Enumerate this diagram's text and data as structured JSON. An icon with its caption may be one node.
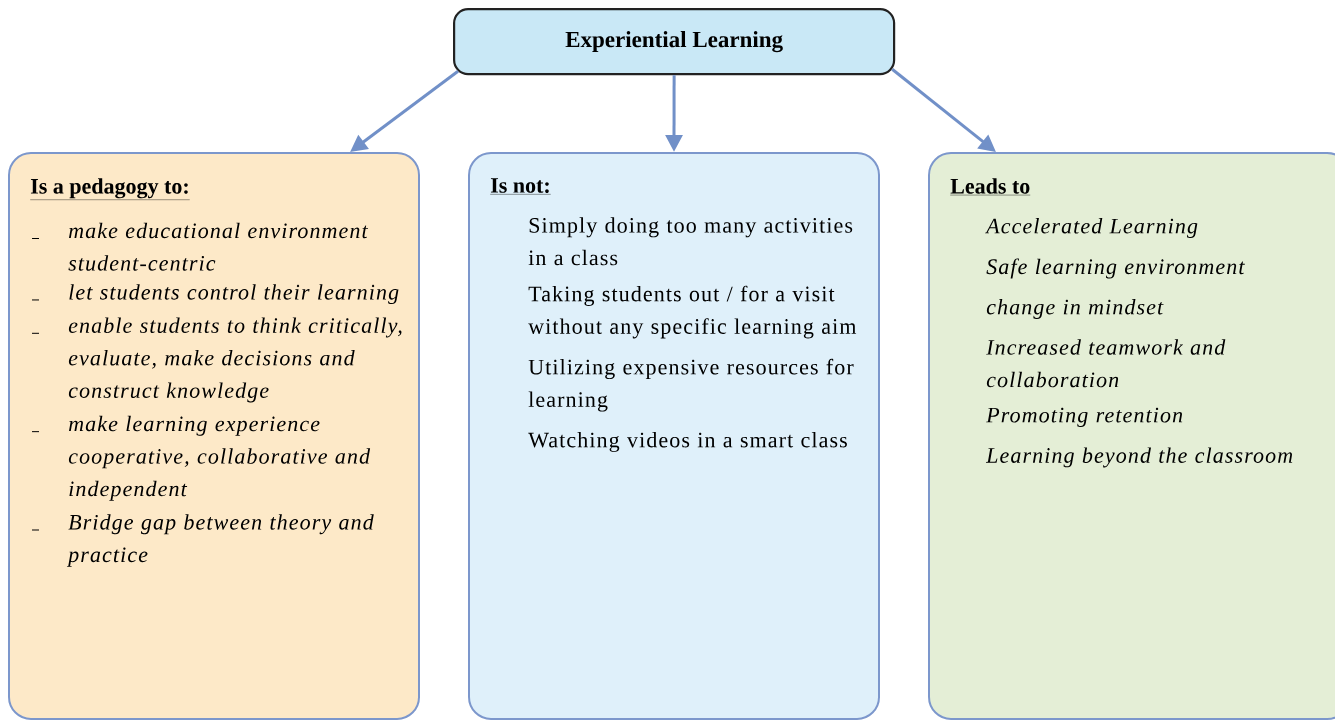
{
  "diagram": {
    "nodes": [
      {
        "text": [
          "Experiential Learning"
        ]
      },
      {
        "text": [
          "Is a pedagogy to:",
          "make educational environment student-centric",
          "let students control their learning",
          "enable students to think critically, evaluate, make decisions and construct knowledge",
          "make learning experience cooperative, collaborative and independent",
          "Bridge gap between theory and practice"
        ]
      },
      {
        "text": [
          "Is not:",
          "Simply doing too many activities in a class",
          "Taking students out / for a visit without any specific learning aim",
          "Utilizing expensive resources for learning",
          "Watching videos in a smart class"
        ]
      },
      {
        "text": [
          "Leads to",
          "Accelerated Learning",
          "Safe learning environment",
          "change in mindset",
          "Increased teamwork and collaboration",
          "Promoting retention",
          "Learning beyond the classroom"
        ]
      }
    ],
    "edges": [
      {
        "from": 0,
        "to": 1,
        "arrow": "to"
      },
      {
        "from": 0,
        "to": 2,
        "arrow": "to"
      },
      {
        "from": 0,
        "to": 3,
        "arrow": "to"
      }
    ]
  }
}
